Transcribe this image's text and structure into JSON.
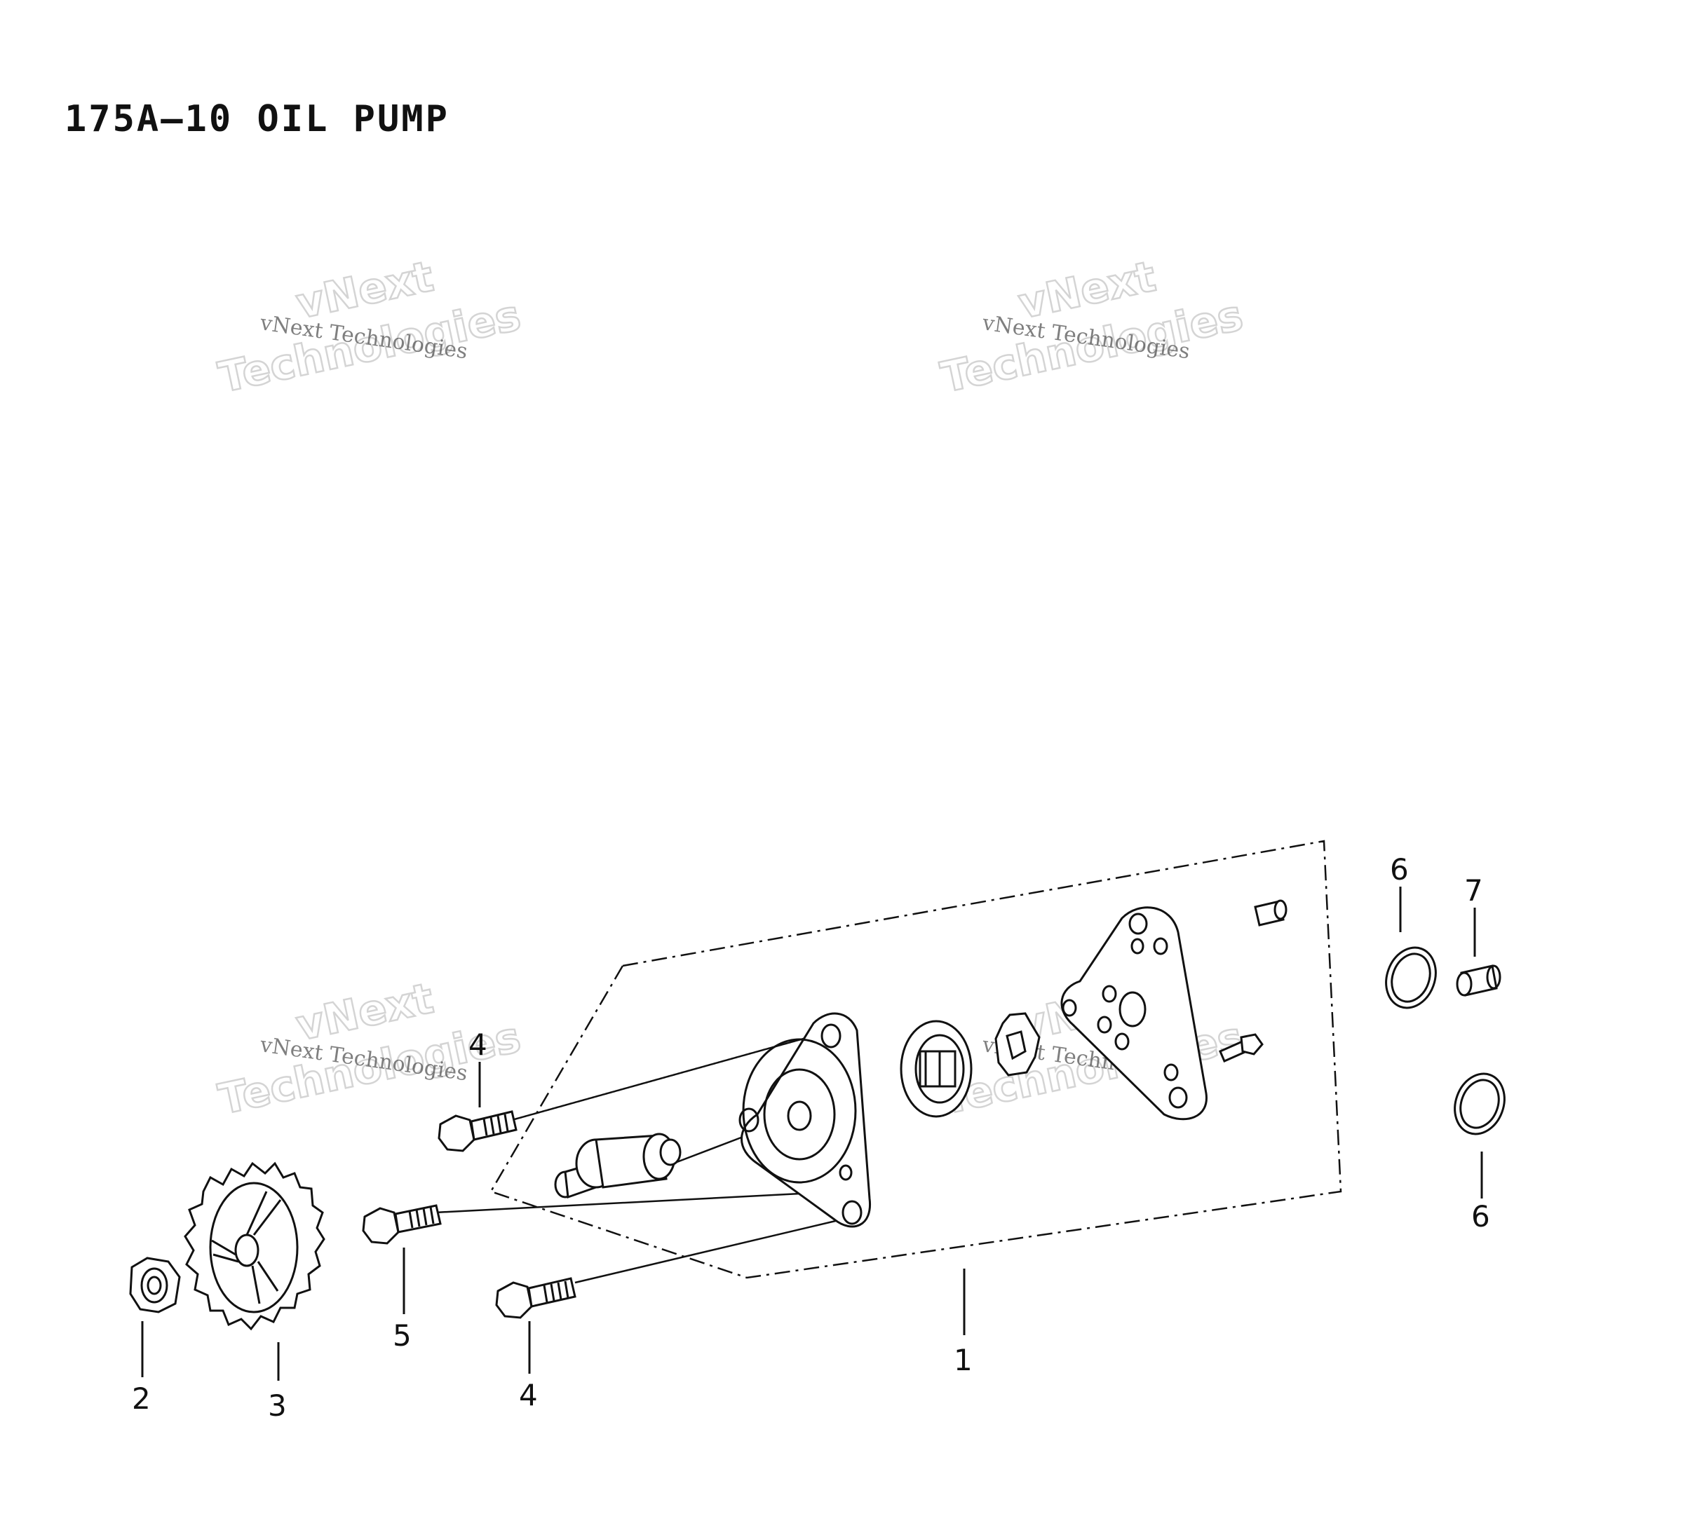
{
  "title": "175A–10 OIL PUMP",
  "watermark": {
    "small": "vNext Technologies",
    "big_line1": "vNext",
    "big_line2": "Technologies"
  },
  "callouts": {
    "c1": "1",
    "c2": "2",
    "c3": "3",
    "c4a": "4",
    "c4b": "4",
    "c5": "5",
    "c6a": "6",
    "c6b": "6",
    "c7": "7"
  }
}
